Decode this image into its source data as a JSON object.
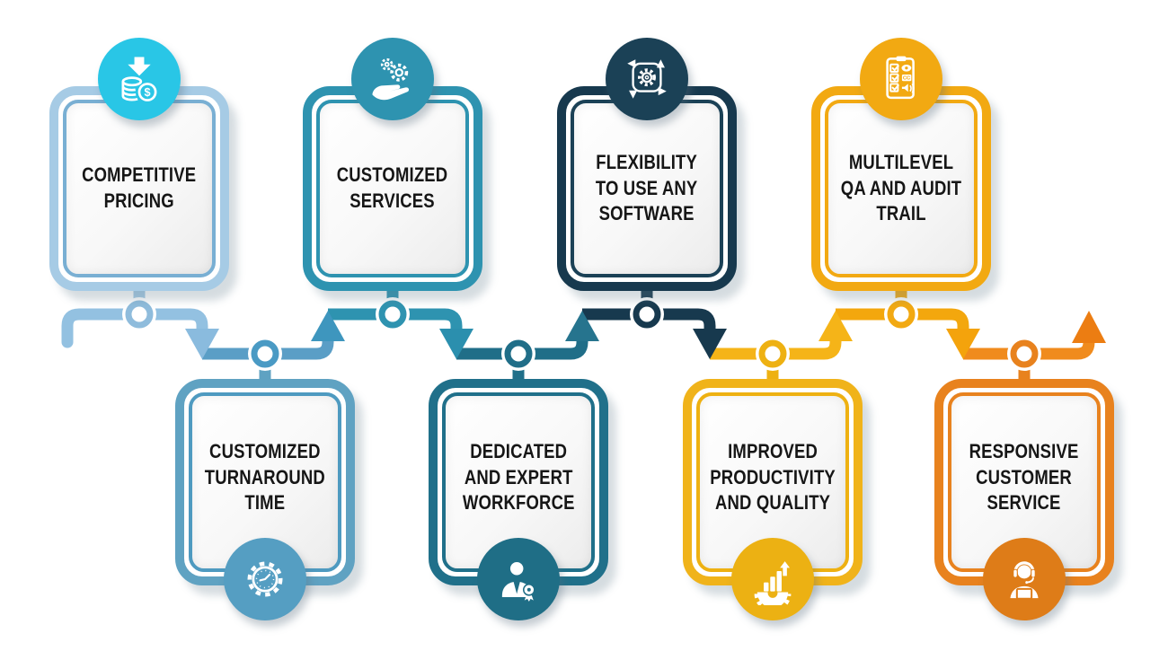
{
  "diagram": {
    "background": "#ffffff",
    "cards": [
      {
        "label": "COMPETITIVE\nPRICING",
        "row": "top",
        "frame_color": "#A6CBE5",
        "icon_circle_color": "#29C6E6",
        "icon": "coins-dollar-down-arrow-icon"
      },
      {
        "label": "CUSTOMIZED\nSERVICES",
        "row": "top",
        "frame_color": "#2E93B0",
        "icon_circle_color": "#2E93B0",
        "icon": "hand-gears-icon"
      },
      {
        "label": "FLEXIBILITY\nTO USE ANY\nSOFTWARE",
        "row": "top",
        "frame_color": "#17394E",
        "icon_circle_color": "#1B4156",
        "icon": "gear-sync-arrows-icon"
      },
      {
        "label": "MULTILEVEL\nQA AND AUDIT\nTRAIL",
        "row": "top",
        "frame_color": "#F2A912",
        "icon_circle_color": "#F2A912",
        "icon": "audit-checklist-icon"
      },
      {
        "label": "CUSTOMIZED\nTURNAROUND\nTIME",
        "row": "bottom",
        "frame_color": "#5FA2C2",
        "icon_circle_color": "#559EC2",
        "icon": "gear-clock-icon"
      },
      {
        "label": "DEDICATED\nAND EXPERT\nWORKFORCE",
        "row": "bottom",
        "frame_color": "#20708A",
        "icon_circle_color": "#1F6E86",
        "icon": "expert-person-badge-icon"
      },
      {
        "label": "IMPROVED\nPRODUCTIVITY\nAND QUALITY",
        "row": "bottom",
        "frame_color": "#F0B31A",
        "icon_circle_color": "#ECB113",
        "icon": "growth-chart-gear-icon"
      },
      {
        "label": "RESPONSIVE\nCUSTOMER\nSERVICE",
        "row": "bottom",
        "frame_color": "#E8821E",
        "icon_circle_color": "#DE7C18",
        "icon": "customer-support-headset-icon"
      }
    ],
    "connector": {
      "style": "zigzag ribbon with alternating down/up arrows and ring nodes at each card stem",
      "segment_colors": [
        "#93C1E1",
        "#5A9EC6",
        "#2E93B0",
        "#206E88",
        "#17394E",
        "#F5B418",
        "#F3A70D",
        "#F08B1D"
      ],
      "arrow_colors": [
        "#8ABBDE",
        "#3E96BE",
        "#2B8FAE",
        "#26748E",
        "#17394E",
        "#F5B418",
        "#F4A30C",
        "#EC7D12"
      ],
      "node_count": 8
    }
  }
}
